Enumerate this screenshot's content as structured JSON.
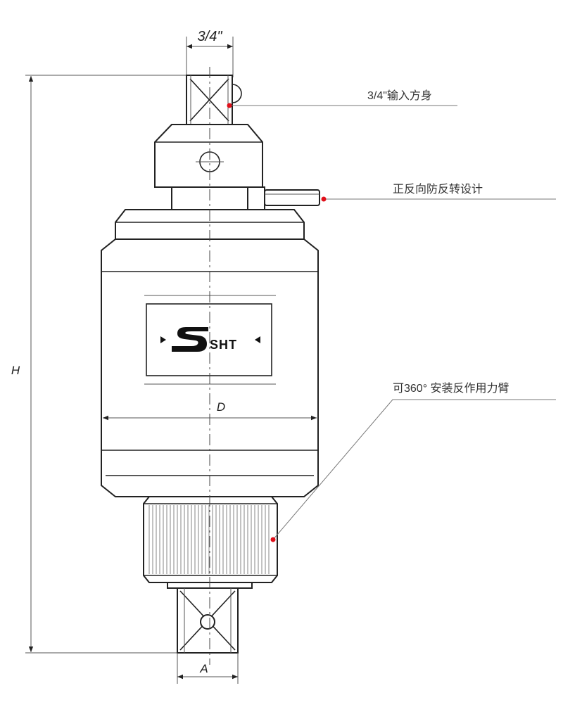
{
  "dimensions": {
    "input_size": "3/4\"",
    "height": "H",
    "diameter": "D",
    "output_size": "A"
  },
  "logo": {
    "text": "SHT"
  },
  "callouts": [
    {
      "id": "input",
      "text": "3/4\"输入方身"
    },
    {
      "id": "reverse",
      "text": "正反向防反转设计"
    },
    {
      "id": "arm",
      "text": "可360°  安装反作用力臂"
    }
  ],
  "colors": {
    "line": "#222222",
    "callout_dot": "#e0101a",
    "leader": "#777777"
  }
}
